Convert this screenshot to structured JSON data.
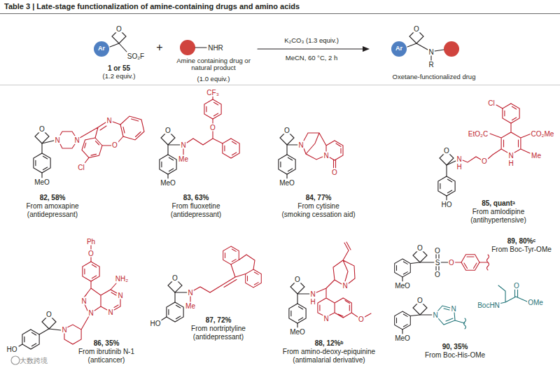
{
  "diagram": {
    "title": "Table 3 | Late-stage functionalization of amine-containing drugs and amino acids",
    "labels": [
      "O",
      "Ar",
      "SO₂F",
      "1 or 55",
      "(1.2 equiv.)",
      "+",
      "NHR",
      "Amine containing drug or natural product",
      "(1.0 equiv.)",
      "K₂CO₃ (1.3 equiv.)",
      "MeCN, 60 °C, 2 h",
      "O",
      "Ar",
      "N",
      "R",
      "Oxetane-functionalized drug",
      "O",
      "N",
      "N",
      "N",
      "O",
      "Cl",
      "MeO",
      "82, 58%",
      "From amoxapine",
      "(antidepressant)",
      "CF₃",
      "O",
      "O",
      "N",
      "Me",
      "MeO",
      "83, 63%",
      "From fluoxetine",
      "(antidepressant)",
      "O",
      "N",
      "N",
      "O",
      "MeO",
      "84, 77%",
      "From cytisine",
      "(smoking cessation aid)",
      "Cl",
      "EtO₂C",
      "CO₂Me",
      "Me",
      "N",
      "H",
      "O",
      "N",
      "H",
      "O",
      "HO",
      "85, quantᵃ",
      "From amlodipine",
      "(antihypertensive)",
      "Ph",
      "O",
      "NH₂",
      "N",
      "N",
      "N",
      "N",
      "O",
      "N",
      "HO",
      "86, 35%",
      "From ibrutinib N-1",
      "(anticancer)",
      "O",
      "N",
      "Me",
      "HO",
      "87, 72%",
      "From nortriptyline",
      "(antidepressant)",
      "O",
      "N",
      "H",
      "N",
      "N",
      "O",
      "MeO",
      "88, 12%ᵇ",
      "From amino-deoxy-epiquinine",
      "(antimalarial derivative)",
      "89, 80%ᶜ",
      "From Boc-Tyr-OMe",
      "O",
      "S",
      "O",
      "O",
      "O",
      "MeO",
      "O",
      "N",
      "N",
      "BocHN",
      "O",
      "OMe",
      "MeO",
      "90, 35%",
      "From Boc-His-OMe",
      "大数跨境"
    ]
  }
}
